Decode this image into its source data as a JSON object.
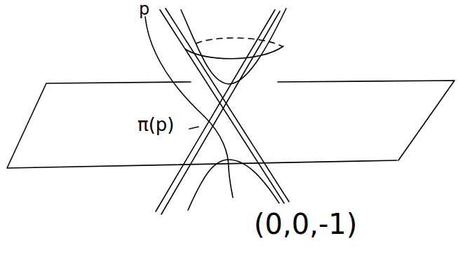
{
  "diagram": {
    "labels": [
      "p",
      "π(p)",
      "(0,0,-1)"
    ]
  }
}
